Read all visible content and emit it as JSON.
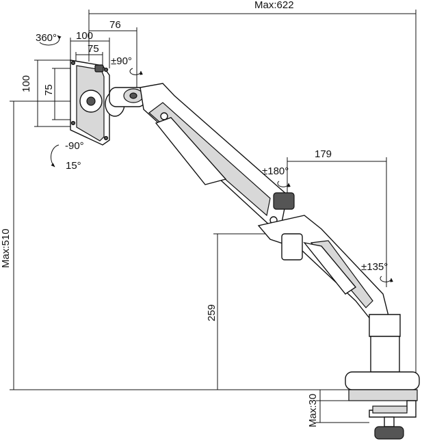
{
  "dimensions": {
    "max_width": "Max:622",
    "max_height": "Max:510",
    "arm_reach_upper": "76",
    "vesa_outer_top": "100",
    "vesa_inner_top": "75",
    "vesa_outer_side": "100",
    "vesa_inner_side": "75",
    "elbow_reach": "179",
    "pole_height": "259",
    "clamp_thickness": "Max:30"
  },
  "rotations": {
    "vesa_spin": "360°",
    "head_swivel": "±90°",
    "tilt_down": "-90°",
    "tilt_up": "15°",
    "elbow_swivel": "±180°",
    "base_swivel": "±135°"
  }
}
